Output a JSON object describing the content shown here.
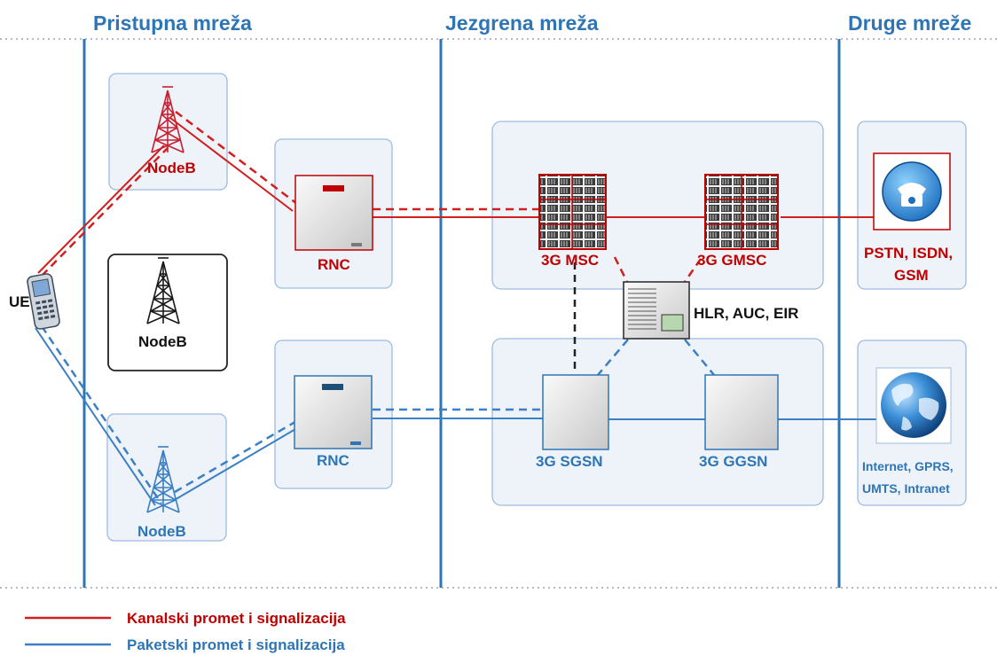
{
  "headers": {
    "access": "Pristupna mreža",
    "core": "Jezgrena mreža",
    "other": "Druge mreže"
  },
  "nodes": {
    "ue": "UE",
    "nodeb_top": "NodeB",
    "nodeb_middle": "NodeB",
    "nodeb_bottom": "NodeB",
    "rnc_top": "RNC",
    "rnc_bottom": "RNC",
    "msc": "3G MSC",
    "gmsc": "3G GMSC",
    "hlr": "HLR, AUC, EIR",
    "sgsn": "3G SGSN",
    "ggsn": "3G GGSN"
  },
  "external": {
    "pstn_line1": "PSTN, ISDN,",
    "pstn_line2": "GSM",
    "internet_line1": "Internet, GPRS,",
    "internet_line2": "UMTS, Intranet"
  },
  "legend": {
    "circuit": "Kanalski promet i signalizacija",
    "packet": "Paketski promet i signalizacija"
  },
  "colors": {
    "circuit": "#d11f1f",
    "packet": "#3b7fc4",
    "heading": "#2e75b6"
  },
  "icons": [
    "tower-icon",
    "router-icon",
    "switch-rack-icon",
    "server-icon",
    "phone-icon",
    "globe-icon",
    "mobile-phone-icon"
  ]
}
